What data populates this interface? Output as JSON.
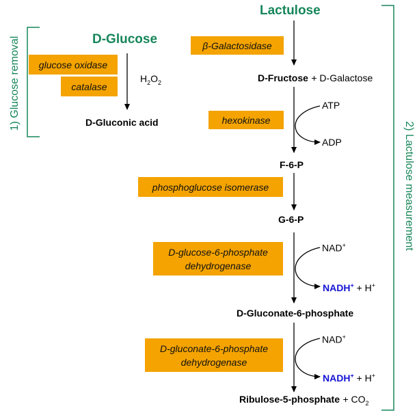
{
  "sections": {
    "glucose_removal": "1) Glucose removal",
    "lactulose_measurement": "2) Lactulose measurement"
  },
  "compounds": {
    "lactulose": "Lactulose",
    "d_glucose": "D-Glucose",
    "d_gluconic_acid": "D-Gluconic acid",
    "d_fructose": "D-Fructose",
    "plus_d_galactose": "+ D-Galactose",
    "f6p": "F-6-P",
    "g6p": "G-6-P",
    "d_gluconate_6_phosphate": "D-Gluconate-6-phosphate",
    "ribulose_5_phosphate": "Ribulose-5-phosphate",
    "plus_co2": "+ CO",
    "co2_sub": "2",
    "h2o2_h": "H",
    "h2o2_sub1": "2",
    "h2o2_o": "O",
    "h2o2_sub2": "2"
  },
  "enzymes": {
    "glucose_oxidase": "glucose oxidase",
    "catalase": "catalase",
    "beta_galactosidase": "β-Galactosidase",
    "hexokinase": "hexokinase",
    "phosphoglucose_isomerase": "phosphoglucose isomerase",
    "g6pdh_line1": "D-glucose-6-phosphate",
    "g6pdh_line2": "dehydrogenase",
    "6pgdh_line1": "D-gluconate-6-phosphate",
    "6pgdh_line2": "dehydrogenase"
  },
  "cofactors": {
    "atp": "ATP",
    "adp": "ADP",
    "nad": "NAD",
    "nad_sup": "+",
    "nadh": "NADH",
    "nadh_sup": "+",
    "plus_h": "+ H",
    "h_sup": "+"
  },
  "colors": {
    "green": "#16865a",
    "orange": "#f4a300",
    "blue": "#1414d4"
  }
}
